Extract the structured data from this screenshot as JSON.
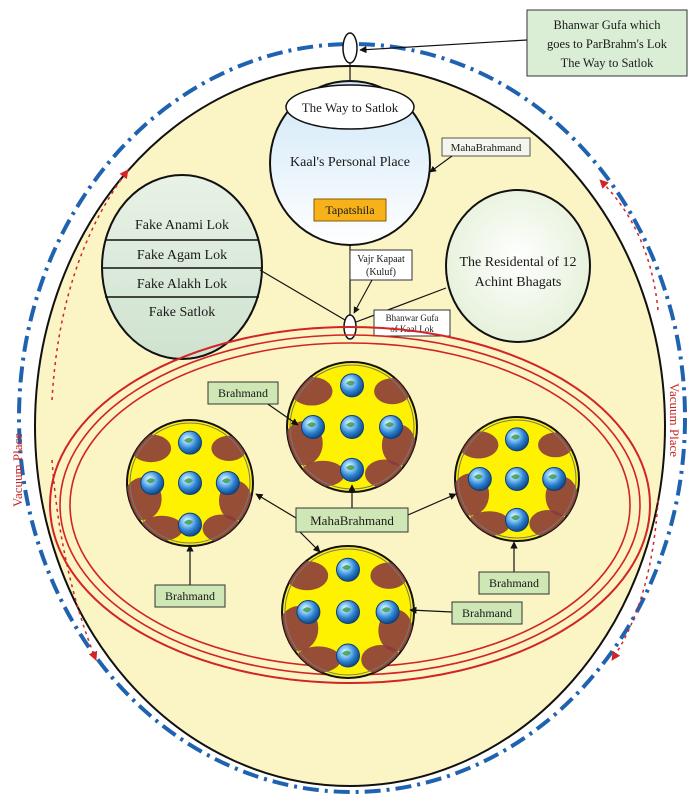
{
  "outer_note": {
    "line1": "Bhanwar Gufa which",
    "line2": "goes to ParBrahm's Lok",
    "line3": "The Way to Satlok"
  },
  "side_labels": {
    "left": "Vacuum Place",
    "right": "Vacuum Place"
  },
  "kaal_place": {
    "way_to_satlok": "The Way to Satlok",
    "title": "Kaal's Personal Place",
    "tapatshila": "Tapatshila",
    "mahabrahmand_tag": "MahaBrahmand"
  },
  "fake_loks": [
    "Fake Anami Lok",
    "Fake Agam Lok",
    "Fake Alakh Lok",
    "Fake Satlok"
  ],
  "residence": {
    "line1": "The Residental of 12",
    "line2": "Achint Bhagats"
  },
  "vajr_kapaat": {
    "line1": "Vajr Kapaat",
    "line2": "(Kuluf)"
  },
  "bhanwar_gufa_kaal": {
    "line1": "Bhanwar Gufa",
    "line2": "of Kaal Lok"
  },
  "center_label": "MahaBrahmand",
  "brahmand_labels": [
    "Brahmand",
    "Brahmand",
    "Brahmand",
    "Brahmand"
  ],
  "colors": {
    "inner_fill": "#fbf4c4",
    "outer_dash": "#1f63b0",
    "red_ring": "#d22424",
    "brahmand_yellow": "#fff200",
    "patch_brown": "#8b3c3c",
    "label_green": "#cfe6b5",
    "note_green": "#daeed6",
    "tapatshila_orange": "#f7b21a"
  }
}
